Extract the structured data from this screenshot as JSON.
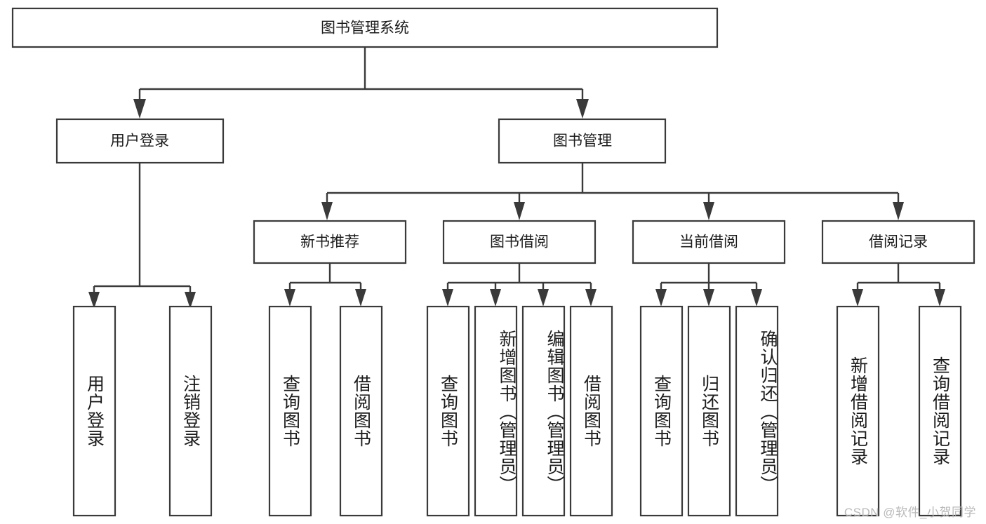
{
  "diagram": {
    "type": "tree-hierarchy-chart",
    "title": "图书管理系统",
    "orientation": "top-down",
    "line_color": "#3a3a3a",
    "box_fill": "#ffffff",
    "text_color": "#1c1c1c",
    "root": {
      "label": "图书管理系统"
    },
    "level2": [
      {
        "label": "用户登录"
      },
      {
        "label": "图书管理"
      }
    ],
    "level3": [
      {
        "label": "新书推荐"
      },
      {
        "label": "图书借阅"
      },
      {
        "label": "当前借阅"
      },
      {
        "label": "借阅记录"
      }
    ],
    "leaves": {
      "user_login": [
        {
          "label": "用户登录"
        },
        {
          "label": "注销登录"
        }
      ],
      "new_book_recommend": [
        {
          "label": "查询图书"
        },
        {
          "label": "借阅图书"
        }
      ],
      "book_borrow": [
        {
          "label": "查询图书"
        },
        {
          "label": "新增图书（管理员）"
        },
        {
          "label": "编辑图书（管理员）"
        },
        {
          "label": "借阅图书"
        }
      ],
      "current_borrow": [
        {
          "label": "查询图书"
        },
        {
          "label": "归还图书"
        },
        {
          "label": "确认归还（管理员）"
        }
      ],
      "borrow_record": [
        {
          "label": "新增借阅记录"
        },
        {
          "label": "查询借阅记录"
        }
      ]
    }
  },
  "watermark": {
    "text": "CSDN @软件_小贺同学"
  }
}
